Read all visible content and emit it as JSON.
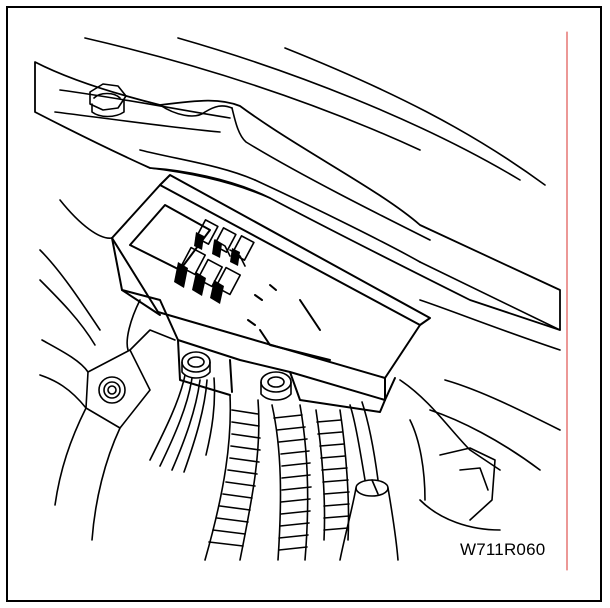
{
  "figure": {
    "code": "W711R060",
    "line_color": "#000000",
    "background_color": "#ffffff",
    "margin_line_color": "#d9302c",
    "parts": [
      "bolt-icon",
      "fuse-box",
      "fuse",
      "connector-bolt",
      "corrugated-wiring-harness",
      "bracket-bolt-icon",
      "wire-bundle",
      "cable-sleeve"
    ]
  }
}
